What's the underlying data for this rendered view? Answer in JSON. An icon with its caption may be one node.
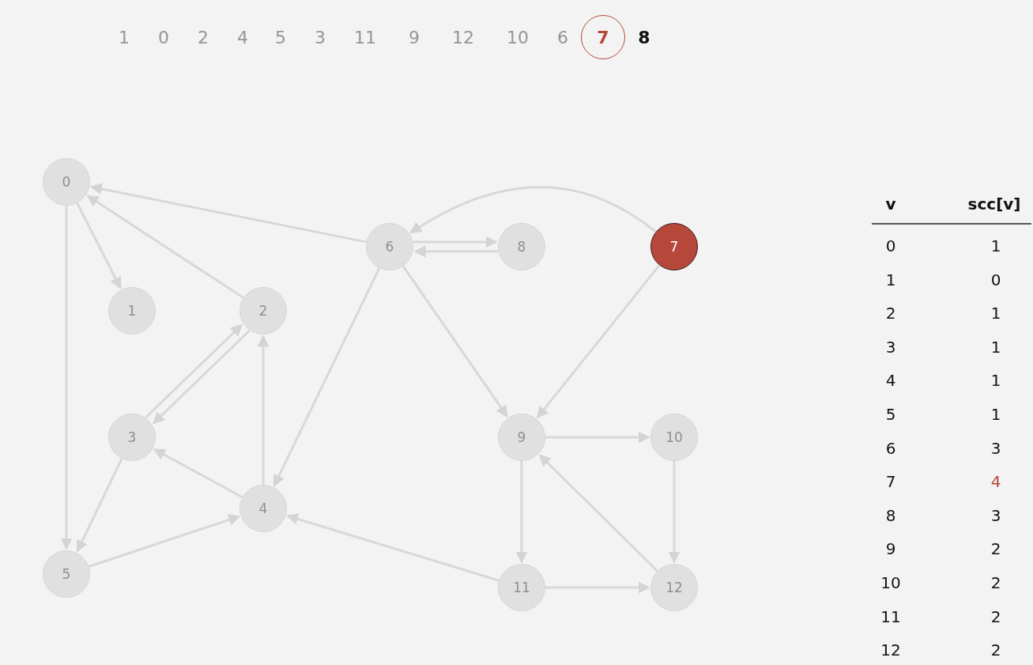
{
  "diagram": {
    "nodes": [
      {
        "text": [
          "0"
        ]
      },
      {
        "text": [
          "1"
        ]
      },
      {
        "text": [
          "2"
        ]
      },
      {
        "text": [
          "3"
        ]
      },
      {
        "text": [
          "4"
        ]
      },
      {
        "text": [
          "5"
        ]
      },
      {
        "text": [
          "6"
        ]
      },
      {
        "text": [
          "7"
        ]
      },
      {
        "text": [
          "8"
        ]
      },
      {
        "text": [
          "9"
        ]
      },
      {
        "text": [
          "10"
        ]
      },
      {
        "text": [
          "11"
        ]
      },
      {
        "text": [
          "12"
        ]
      },
      {
        "text": [
          "7"
        ]
      }
    ],
    "edges": [
      {
        "from": 0,
        "to": 1,
        "arrow": "to"
      },
      {
        "from": 0,
        "to": 5,
        "arrow": "to"
      },
      {
        "from": 2,
        "to": 0,
        "arrow": "to"
      },
      {
        "from": 6,
        "to": 0,
        "arrow": "to"
      },
      {
        "from": 2,
        "to": 3,
        "arrow": "to"
      },
      {
        "from": 3,
        "to": 2,
        "arrow": "to"
      },
      {
        "from": 4,
        "to": 2,
        "arrow": "to"
      },
      {
        "from": 4,
        "to": 3,
        "arrow": "to"
      },
      {
        "from": 3,
        "to": 5,
        "arrow": "to"
      },
      {
        "from": 5,
        "to": 4,
        "arrow": "to"
      },
      {
        "from": 6,
        "to": 4,
        "arrow": "to"
      },
      {
        "from": 6,
        "to": 8,
        "arrow": "to"
      },
      {
        "from": 8,
        "to": 6,
        "arrow": "to"
      },
      {
        "from": 6,
        "to": 9,
        "arrow": "to"
      },
      {
        "from": 7,
        "to": 6,
        "arrow": "to"
      },
      {
        "from": 7,
        "to": 9,
        "arrow": "to"
      },
      {
        "from": 9,
        "to": 10,
        "arrow": "to"
      },
      {
        "from": 9,
        "to": 11,
        "arrow": "to"
      },
      {
        "from": 10,
        "to": 12,
        "arrow": "to"
      },
      {
        "from": 12,
        "to": 9,
        "arrow": "to"
      },
      {
        "from": 11,
        "to": 12,
        "arrow": "to"
      },
      {
        "from": 11,
        "to": 4,
        "arrow": "to"
      }
    ],
    "labels": [
      "1",
      "0",
      "2",
      "4",
      "5",
      "3",
      "11",
      "9",
      "12",
      "10",
      "6",
      "8",
      "v",
      "scc[v]",
      "0",
      "1",
      "1",
      "0",
      "2",
      "1",
      "3",
      "1",
      "4",
      "1",
      "5",
      "1",
      "6",
      "3",
      "7",
      "4",
      "8",
      "3",
      "9",
      "2",
      "10",
      "2",
      "11",
      "2",
      "12",
      "2"
    ]
  }
}
